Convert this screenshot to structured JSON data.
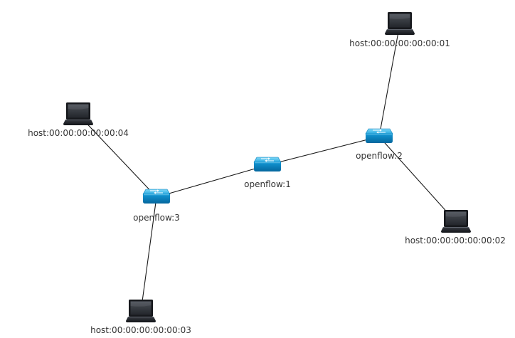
{
  "topology": {
    "nodes": [
      {
        "id": "openflow:1",
        "label": "openflow:1",
        "type": "switch",
        "icon": "network-switch-icon"
      },
      {
        "id": "openflow:2",
        "label": "openflow:2",
        "type": "switch",
        "icon": "network-switch-icon"
      },
      {
        "id": "openflow:3",
        "label": "openflow:3",
        "type": "switch",
        "icon": "network-switch-icon"
      },
      {
        "id": "host:00:00:00:00:00:01",
        "label": "host:00:00:00:00:00:01",
        "type": "host",
        "icon": "laptop-icon"
      },
      {
        "id": "host:00:00:00:00:00:02",
        "label": "host:00:00:00:00:00:02",
        "type": "host",
        "icon": "laptop-icon"
      },
      {
        "id": "host:00:00:00:00:00:03",
        "label": "host:00:00:00:00:00:03",
        "type": "host",
        "icon": "laptop-icon"
      },
      {
        "id": "host:00:00:00:00:00:04",
        "label": "host:00:00:00:00:00:04",
        "type": "host",
        "icon": "laptop-icon"
      }
    ],
    "links": [
      {
        "source": "openflow:1",
        "target": "openflow:2"
      },
      {
        "source": "openflow:1",
        "target": "openflow:3"
      },
      {
        "source": "openflow:2",
        "target": "host:00:00:00:00:00:01"
      },
      {
        "source": "openflow:2",
        "target": "host:00:00:00:00:00:02"
      },
      {
        "source": "openflow:3",
        "target": "host:00:00:00:00:00:04"
      },
      {
        "source": "openflow:3",
        "target": "host:00:00:00:00:00:03"
      }
    ],
    "colors": {
      "switch_top": "#4fc3ee",
      "switch_body": "#0a86c4",
      "laptop_screen": "#2e3238",
      "laptop_base": "#1c1f24",
      "link": "#1a1a1a",
      "label": "#333333"
    }
  }
}
